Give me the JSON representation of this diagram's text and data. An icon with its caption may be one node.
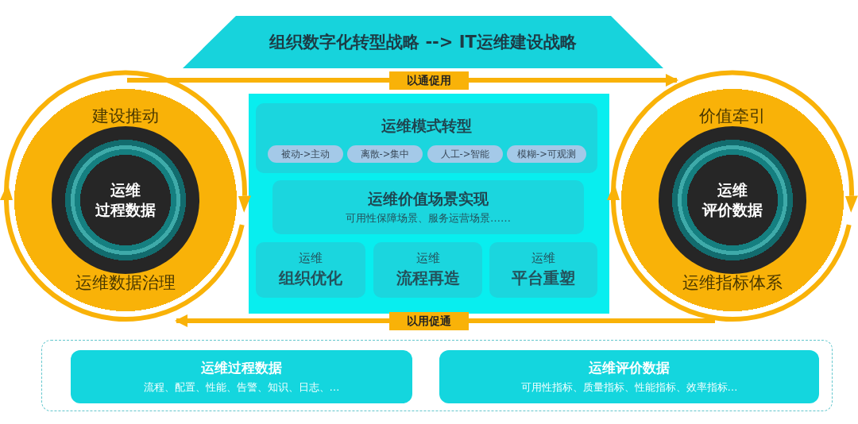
{
  "diagram": {
    "nodes": [
      {
        "text": [
          "组织数字化转型战略 --> IT运维建设战略"
        ]
      },
      {
        "text": [
          "建设推动",
          "运维数据治理"
        ]
      },
      {
        "text": [
          "运维",
          "过程数据"
        ],
        "in": 1
      },
      {
        "text": [],
        "shape": "box"
      },
      {
        "text": [
          "运维模式转型"
        ],
        "in": 3
      },
      {
        "text": [
          "被动->主动"
        ],
        "in": 4
      },
      {
        "text": [
          "离散->集中"
        ],
        "in": 4
      },
      {
        "text": [
          "人工->智能"
        ],
        "in": 4
      },
      {
        "text": [
          "模糊->可观测"
        ],
        "in": 4
      },
      {
        "text": [
          "运维价值场景实现",
          "可用性保障场景、服务运营场景……"
        ],
        "in": 3
      },
      {
        "text": [
          "运维",
          "组织优化"
        ],
        "in": 3
      },
      {
        "text": [
          "运维",
          "流程再造"
        ],
        "in": 3
      },
      {
        "text": [
          "运维",
          "平台重塑"
        ],
        "in": 3
      },
      {
        "text": [
          "价值牵引",
          "运维指标体系"
        ]
      },
      {
        "text": [
          "运维",
          "评价数据"
        ],
        "in": 13
      },
      {
        "text": [],
        "shape": "box"
      },
      {
        "text": [
          "运维过程数据",
          "流程、配置、性能、告警、知识、日志、…"
        ],
        "in": 15
      },
      {
        "text": [
          "运维评价数据",
          "可用性指标、质量指标、性能指标、效率指标…"
        ],
        "in": 15
      }
    ],
    "edges": [
      {
        "from": 1,
        "to": 13,
        "arrow": "to",
        "label": "以通促用"
      },
      {
        "from": 13,
        "to": 1,
        "arrow": "to",
        "label": "以用促通"
      }
    ]
  }
}
